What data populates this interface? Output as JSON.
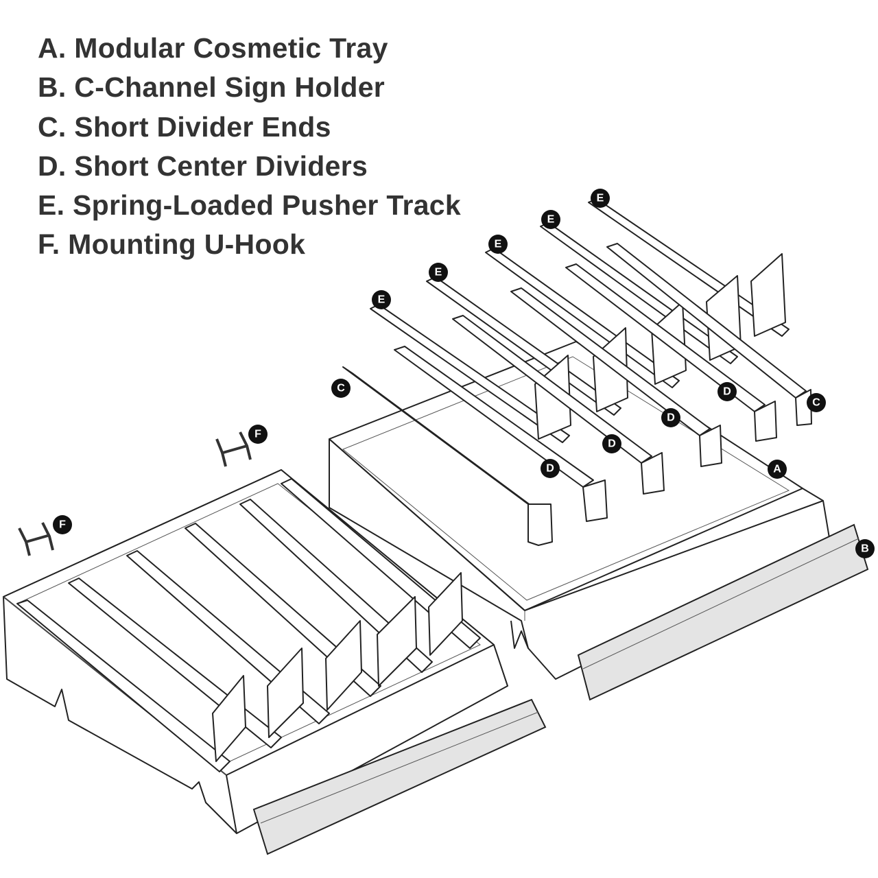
{
  "legend": [
    "A. Modular Cosmetic Tray",
    "B. C-Channel Sign Holder",
    "C. Short Divider Ends",
    "D. Short Center Dividers",
    "E. Spring-Loaded Pusher Track",
    "F. Mounting U-Hook"
  ],
  "callouts": {
    "a": "A",
    "b": "B",
    "c": "C",
    "d": "D",
    "e": "E",
    "f": "F"
  }
}
